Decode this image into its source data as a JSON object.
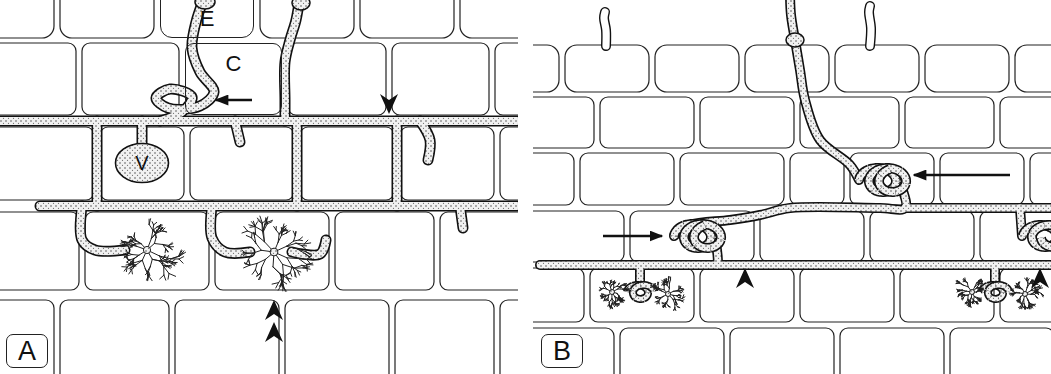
{
  "diagram": {
    "nodes": [
      {
        "text": [
          "E"
        ]
      },
      {
        "text": [
          "C"
        ]
      },
      {
        "text": [
          "V"
        ]
      },
      {
        "text": [
          "A"
        ]
      },
      {
        "text": [
          "B"
        ]
      }
    ]
  }
}
